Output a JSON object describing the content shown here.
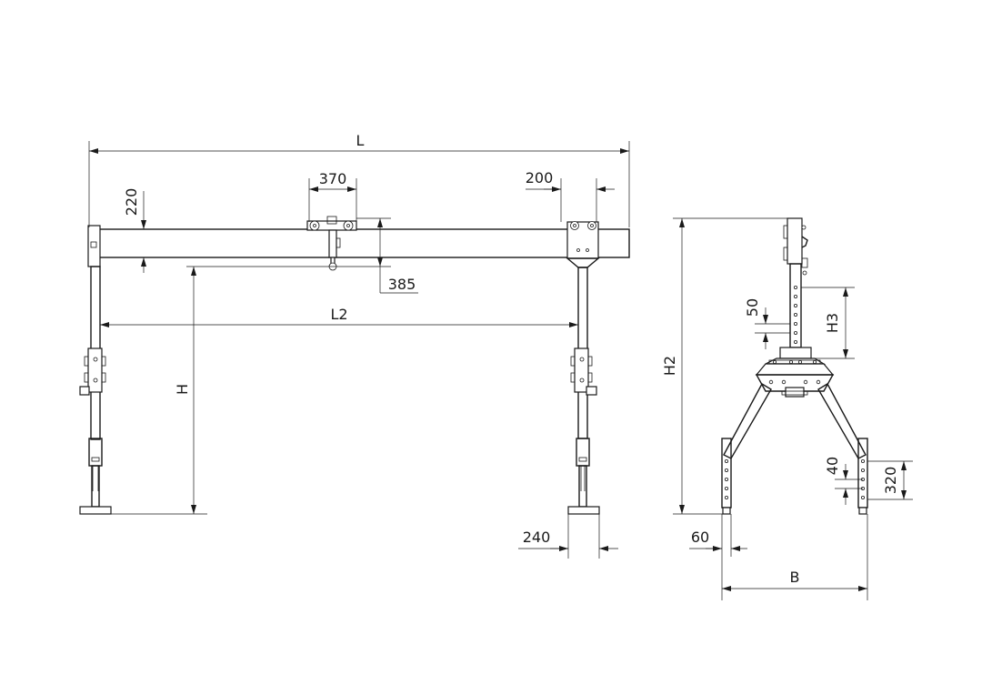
{
  "dimensions": {
    "L": "L",
    "L2": "L2",
    "H": "H",
    "H2": "H2",
    "H3": "H3",
    "B": "B",
    "d370": "370",
    "d200": "200",
    "d220": "220",
    "d385": "385",
    "d240": "240",
    "d60": "60",
    "d50": "50",
    "d40": "40",
    "d320": "320"
  }
}
